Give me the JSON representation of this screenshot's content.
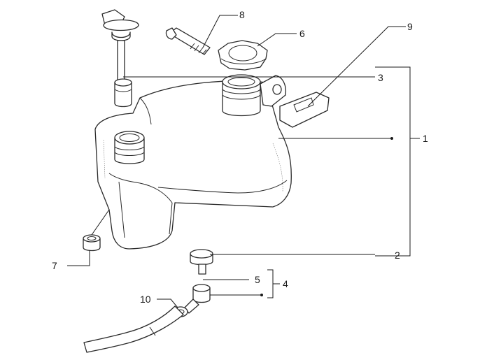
{
  "callouts": [
    {
      "id": "1",
      "text": "1"
    },
    {
      "id": "2",
      "text": "2"
    },
    {
      "id": "3",
      "text": "3"
    },
    {
      "id": "4",
      "text": "4"
    },
    {
      "id": "5",
      "text": "5"
    },
    {
      "id": "6",
      "text": "6"
    },
    {
      "id": "7",
      "text": "7"
    },
    {
      "id": "8",
      "text": "8"
    },
    {
      "id": "9",
      "text": "9"
    },
    {
      "id": "10",
      "text": "10"
    }
  ],
  "colors": {
    "line": "#2a2a2a",
    "background": "#ffffff"
  }
}
